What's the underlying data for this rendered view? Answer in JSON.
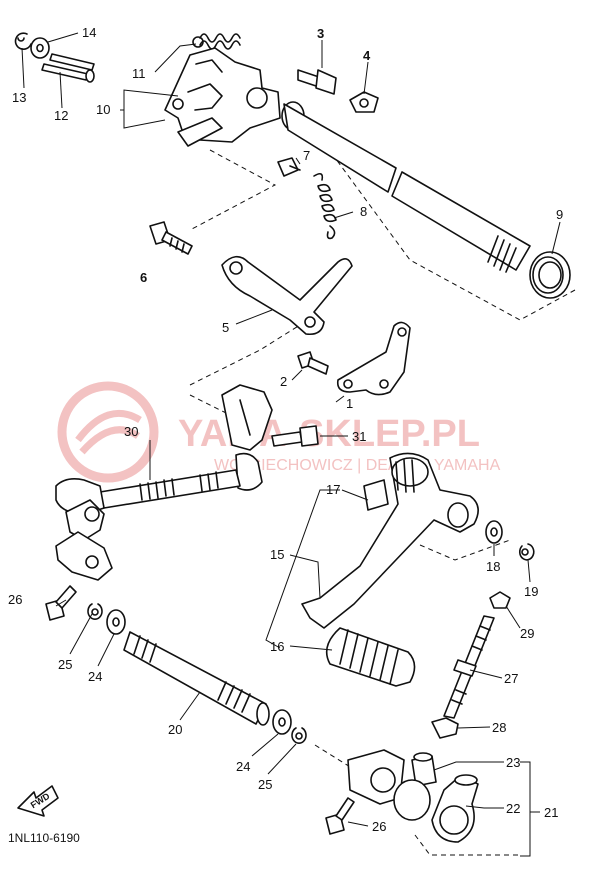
{
  "watermark": {
    "main": "YAMA-SKLEP.PL",
    "sub": "WOJCIECHOWICZ | DEALER YAMAHA"
  },
  "diagram_code": "1NL110-6190",
  "fwd_label": "FWD",
  "callouts": [
    {
      "id": "c1",
      "label": "1",
      "bold": false
    },
    {
      "id": "c2",
      "label": "2",
      "bold": false
    },
    {
      "id": "c3",
      "label": "3",
      "bold": true
    },
    {
      "id": "c4",
      "label": "4",
      "bold": true
    },
    {
      "id": "c5",
      "label": "5",
      "bold": false
    },
    {
      "id": "c6",
      "label": "6",
      "bold": true
    },
    {
      "id": "c7",
      "label": "7",
      "bold": false
    },
    {
      "id": "c8",
      "label": "8",
      "bold": false
    },
    {
      "id": "c9",
      "label": "9",
      "bold": false
    },
    {
      "id": "c10",
      "label": "10",
      "bold": false
    },
    {
      "id": "c11",
      "label": "11",
      "bold": false
    },
    {
      "id": "c12",
      "label": "12",
      "bold": false
    },
    {
      "id": "c13",
      "label": "13",
      "bold": false
    },
    {
      "id": "c14",
      "label": "14",
      "bold": false
    },
    {
      "id": "c15",
      "label": "15",
      "bold": false
    },
    {
      "id": "c16",
      "label": "16",
      "bold": false
    },
    {
      "id": "c17",
      "label": "17",
      "bold": false
    },
    {
      "id": "c18",
      "label": "18",
      "bold": false
    },
    {
      "id": "c19",
      "label": "19",
      "bold": false
    },
    {
      "id": "c20",
      "label": "20",
      "bold": false
    },
    {
      "id": "c21",
      "label": "21",
      "bold": false
    },
    {
      "id": "c22",
      "label": "22",
      "bold": false
    },
    {
      "id": "c23",
      "label": "23",
      "bold": false
    },
    {
      "id": "c24a",
      "label": "24",
      "bold": false
    },
    {
      "id": "c24b",
      "label": "24",
      "bold": false
    },
    {
      "id": "c25a",
      "label": "25",
      "bold": false
    },
    {
      "id": "c25b",
      "label": "25",
      "bold": false
    },
    {
      "id": "c26a",
      "label": "26",
      "bold": false
    },
    {
      "id": "c26b",
      "label": "26",
      "bold": false
    },
    {
      "id": "c27",
      "label": "27",
      "bold": false
    },
    {
      "id": "c28",
      "label": "28",
      "bold": false
    },
    {
      "id": "c29",
      "label": "29",
      "bold": false
    },
    {
      "id": "c30",
      "label": "30",
      "bold": false
    },
    {
      "id": "c31",
      "label": "31",
      "bold": false
    }
  ]
}
